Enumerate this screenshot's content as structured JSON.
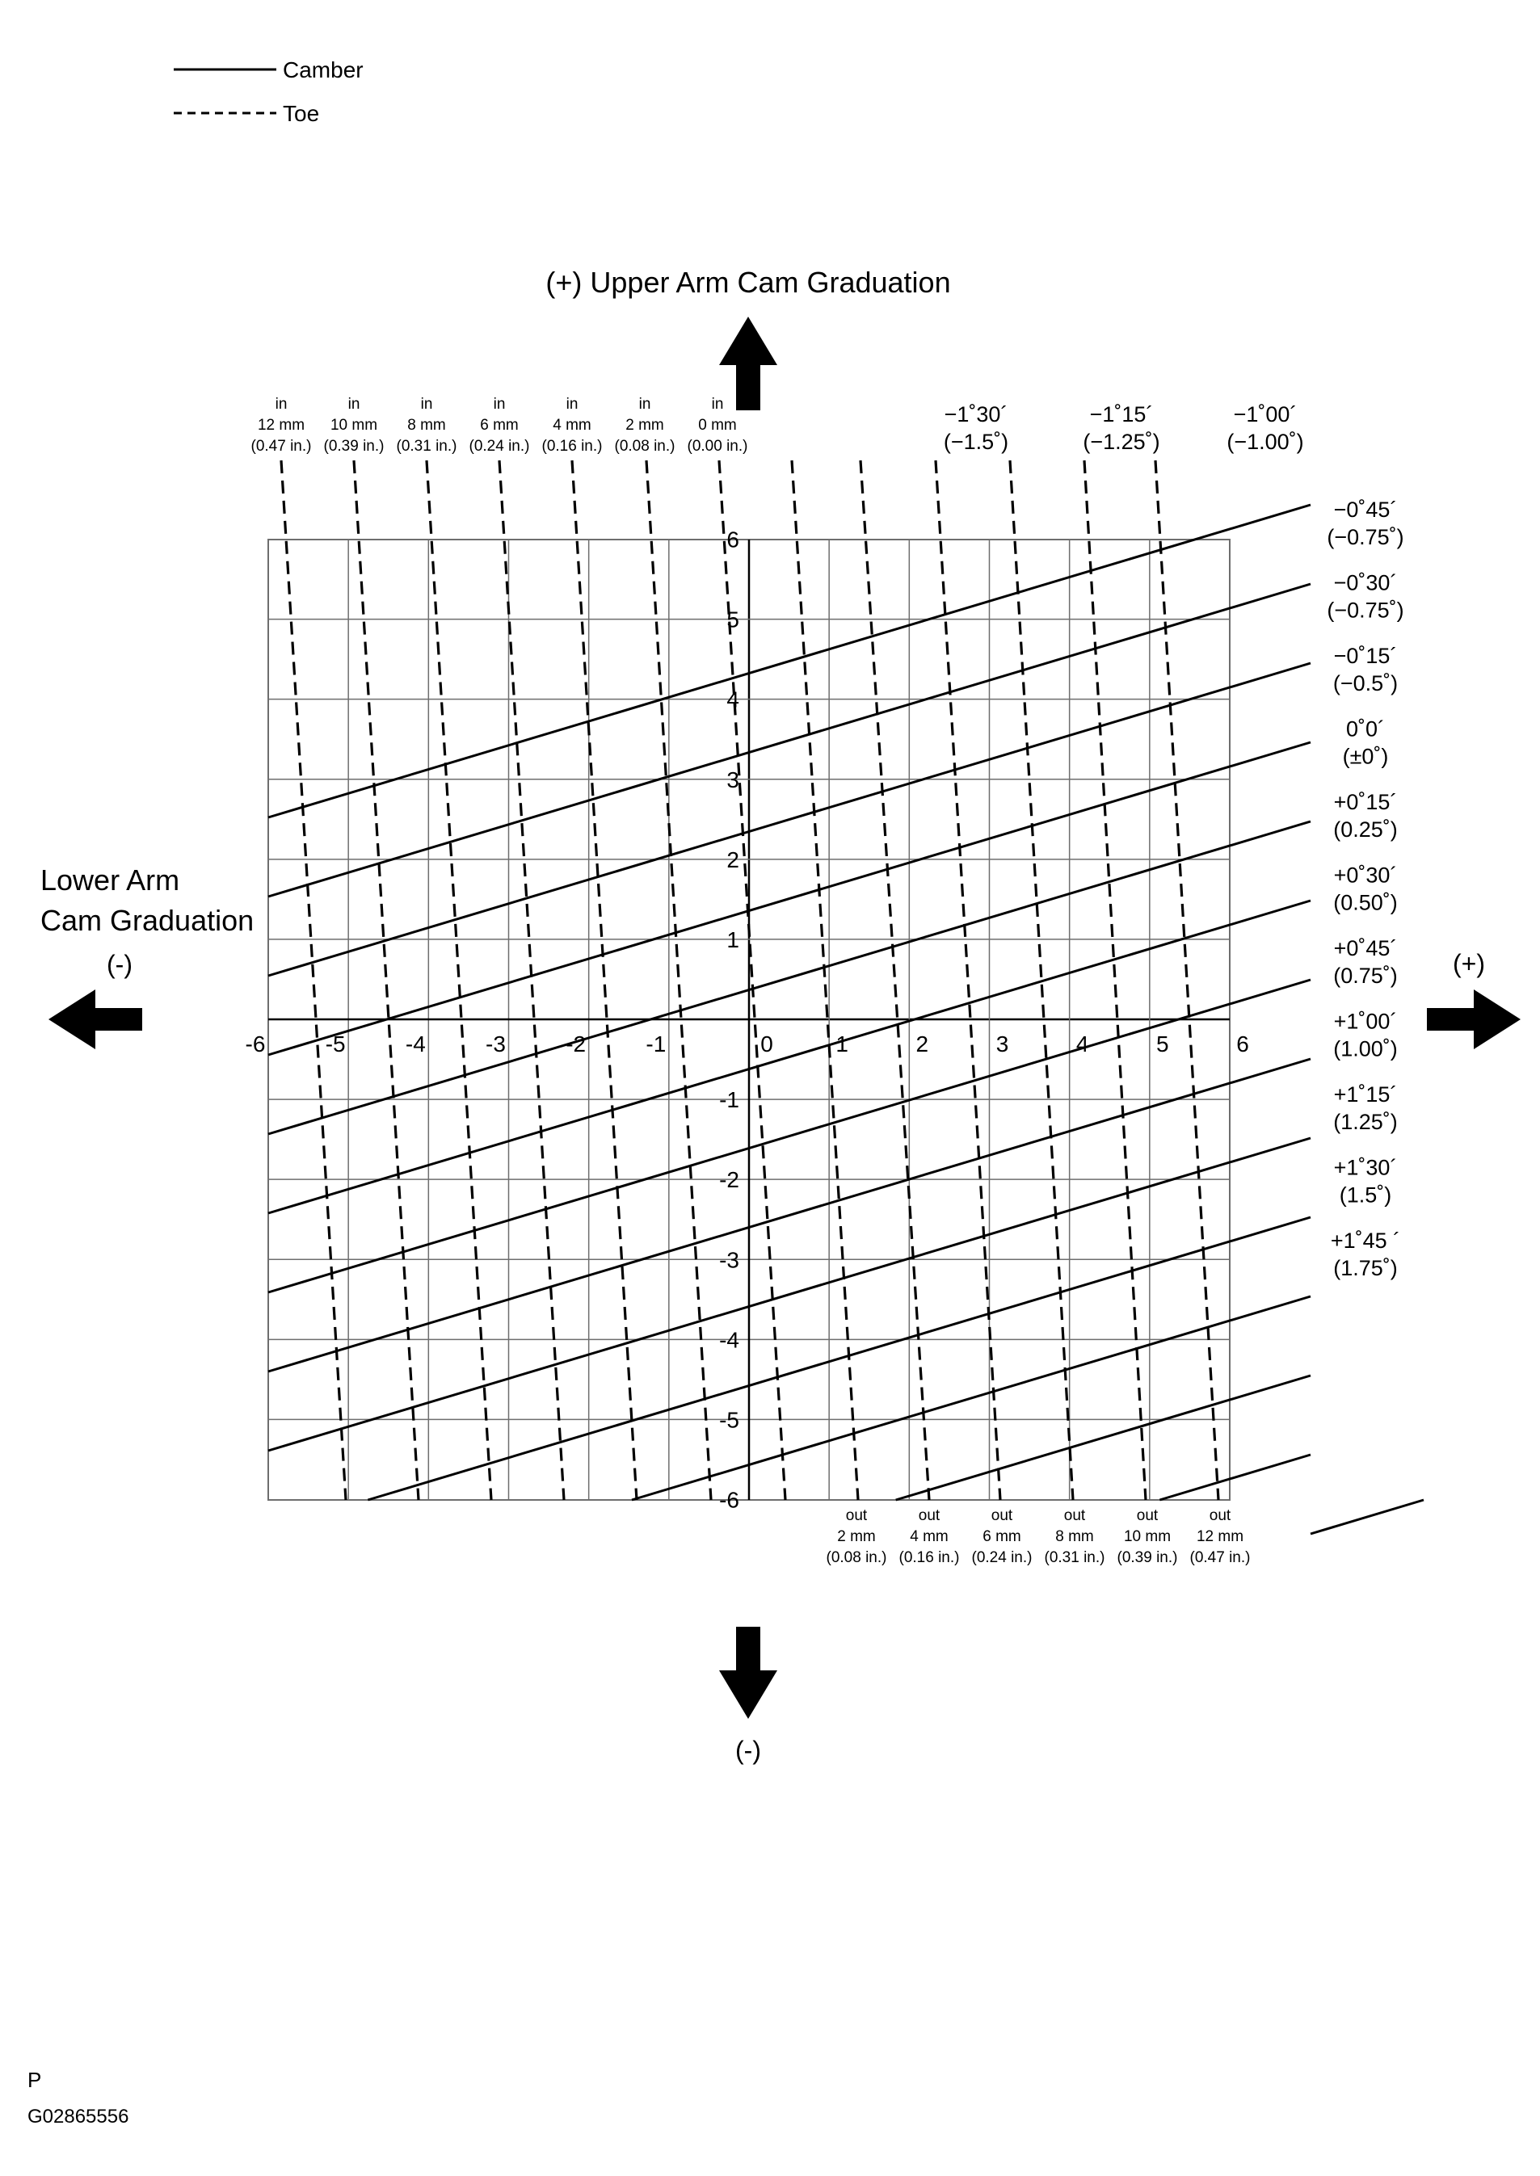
{
  "legend": {
    "camber_label": "Camber",
    "toe_label": "Toe"
  },
  "arrows": {
    "up_label": "(+) Upper Arm Cam Graduation",
    "left_label_line1": "Lower Arm",
    "left_label_line2": "Cam Graduation",
    "left_sign": "(-)",
    "right_sign": "(+)",
    "down_sign": "(-)"
  },
  "axes": {
    "x_ticks": [
      "-6",
      "-5",
      "-4",
      "-3",
      "-2",
      "-1",
      "0",
      "1",
      "2",
      "3",
      "4",
      "5",
      "6"
    ],
    "y_ticks": [
      "6",
      "5",
      "4",
      "3",
      "2",
      "1",
      "-1",
      "-2",
      "-3",
      "-4",
      "-5",
      "-6"
    ]
  },
  "toe_in_labels": [
    {
      "dir": "in",
      "mm": "12 mm",
      "inch": "(0.47 in.)"
    },
    {
      "dir": "in",
      "mm": "10 mm",
      "inch": "(0.39 in.)"
    },
    {
      "dir": "in",
      "mm": "8 mm",
      "inch": "(0.31 in.)"
    },
    {
      "dir": "in",
      "mm": "6 mm",
      "inch": "(0.24 in.)"
    },
    {
      "dir": "in",
      "mm": "4 mm",
      "inch": "(0.16 in.)"
    },
    {
      "dir": "in",
      "mm": "2 mm",
      "inch": "(0.08 in.)"
    },
    {
      "dir": "in",
      "mm": "0 mm",
      "inch": "(0.00 in.)"
    }
  ],
  "toe_out_labels": [
    {
      "dir": "out",
      "mm": "2 mm",
      "inch": "(0.08 in.)"
    },
    {
      "dir": "out",
      "mm": "4 mm",
      "inch": "(0.16 in.)"
    },
    {
      "dir": "out",
      "mm": "6 mm",
      "inch": "(0.24 in.)"
    },
    {
      "dir": "out",
      "mm": "8 mm",
      "inch": "(0.31 in.)"
    },
    {
      "dir": "out",
      "mm": "10 mm",
      "inch": "(0.39 in.)"
    },
    {
      "dir": "out",
      "mm": "12 mm",
      "inch": "(0.47 in.)"
    }
  ],
  "camber_top_labels": [
    {
      "deg": "−1˚30´",
      "dec": "(−1.5˚)"
    },
    {
      "deg": "−1˚15´",
      "dec": "(−1.25˚)"
    },
    {
      "deg": "−1˚00´",
      "dec": "(−1.00˚)"
    }
  ],
  "camber_right_labels": [
    {
      "deg": "−0˚45´",
      "dec": "(−0.75˚)"
    },
    {
      "deg": "−0˚30´",
      "dec": "(−0.75˚)"
    },
    {
      "deg": "−0˚15´",
      "dec": "(−0.5˚)"
    },
    {
      "deg": "0˚0´",
      "dec": "(±0˚)"
    },
    {
      "deg": "+0˚15´",
      "dec": "(0.25˚)"
    },
    {
      "deg": "+0˚30´",
      "dec": "(0.50˚)"
    },
    {
      "deg": "+0˚45´",
      "dec": "(0.75˚)"
    },
    {
      "deg": "+1˚00´",
      "dec": "(1.00˚)"
    },
    {
      "deg": "+1˚15´",
      "dec": "(1.25˚)"
    },
    {
      "deg": "+1˚30´",
      "dec": "(1.5˚)"
    },
    {
      "deg": "+1˚45 ´",
      "dec": "(1.75˚)"
    }
  ],
  "footer": {
    "code_p": "P",
    "code_id": "G02865556"
  },
  "colors": {
    "ink": "#000000",
    "grid": "#6e6e6e",
    "background": "#ffffff"
  }
}
